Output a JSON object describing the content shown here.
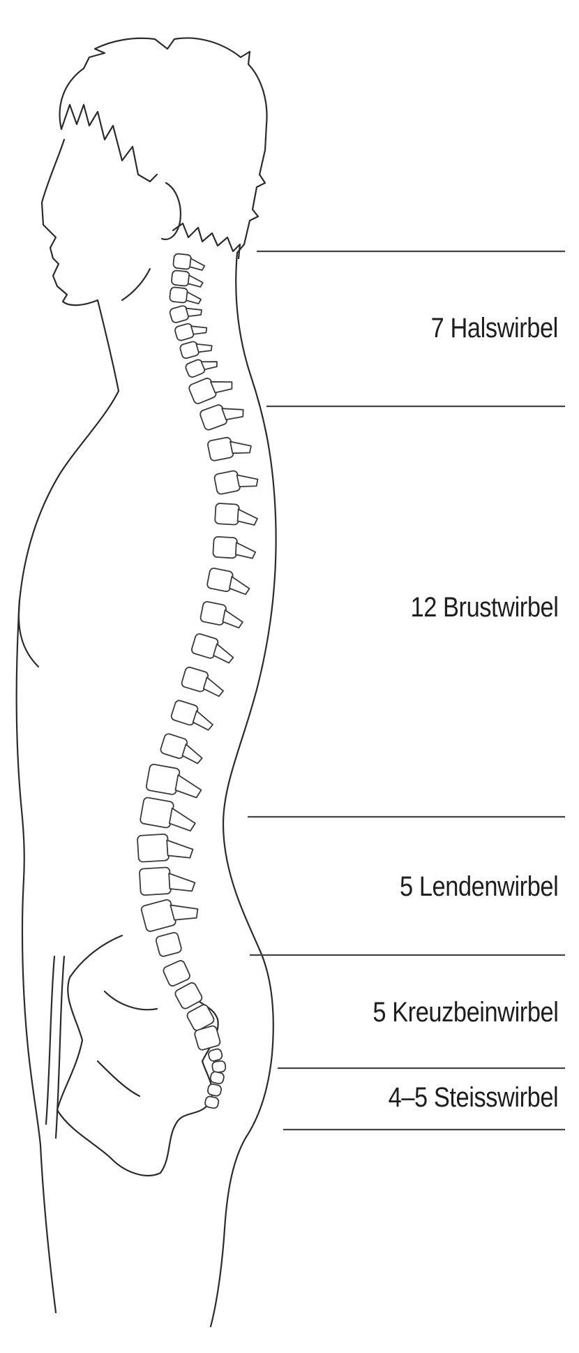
{
  "regions": [
    {
      "name": "cervical",
      "label": "7 Halswirbel",
      "count": 7
    },
    {
      "name": "thoracic",
      "label": "12 Brustwirbel",
      "count": 12
    },
    {
      "name": "lumbar",
      "label": "5 Lendenwirbel",
      "count": 5
    },
    {
      "name": "sacral",
      "label": "5 Kreuzbeinwirbel",
      "count": 5
    },
    {
      "name": "coccygeal",
      "label": "4–5 Steisswirbel",
      "count": 5
    }
  ],
  "colors": {
    "line": "#2b2b2b",
    "background": "#ffffff"
  }
}
